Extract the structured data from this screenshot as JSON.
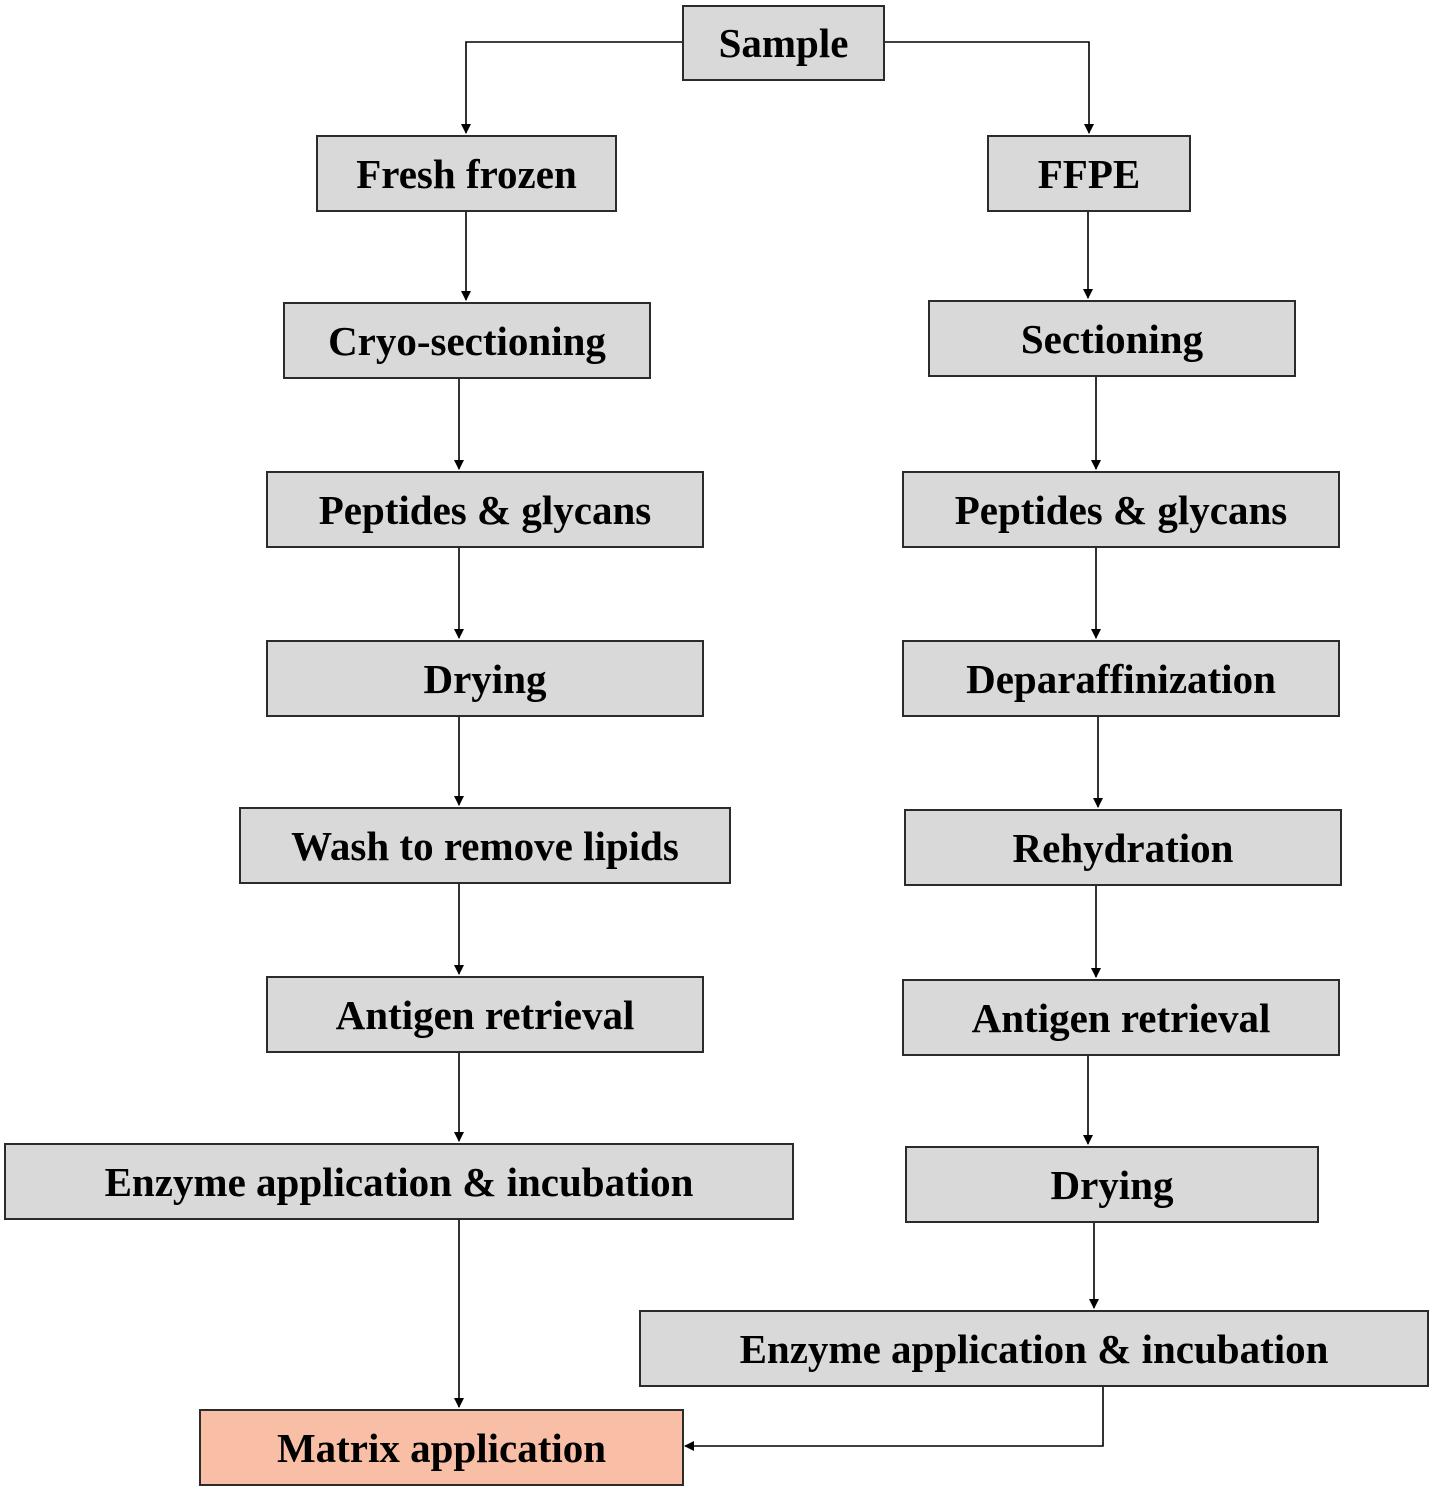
{
  "colors": {
    "box_fill": "#d9d9d9",
    "final_fill": "#f8bfa6",
    "border": "#2b2b2b",
    "arrow": "#000000"
  },
  "root": {
    "label": "Sample"
  },
  "left_branch": {
    "head": "Fresh frozen",
    "steps": [
      "Cryo-sectioning",
      "Peptides & glycans",
      "Drying",
      "Wash to remove lipids",
      "Antigen retrieval",
      "Enzyme application & incubation"
    ]
  },
  "right_branch": {
    "head": "FFPE",
    "steps": [
      "Sectioning",
      "Peptides & glycans",
      "Deparaffinization",
      "Rehydration",
      "Antigen retrieval",
      "Drying",
      "Enzyme application & incubation"
    ]
  },
  "final": {
    "label": "Matrix application"
  }
}
